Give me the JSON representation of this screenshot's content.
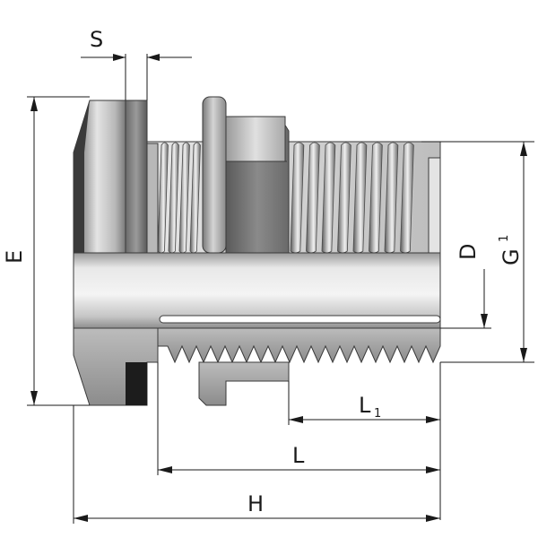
{
  "labels": {
    "S": "S",
    "E": "E",
    "D": "D",
    "G": "G",
    "G_sub": "1",
    "L1": "L",
    "L1_sub": "1",
    "L": "L",
    "H": "H"
  },
  "colors": {
    "metal_light": "#d9d9d9",
    "metal_mid": "#a8a8a8",
    "metal_dark": "#5e5e5e",
    "seal_black": "#1c1c1c",
    "line": "#1a1a1a"
  }
}
